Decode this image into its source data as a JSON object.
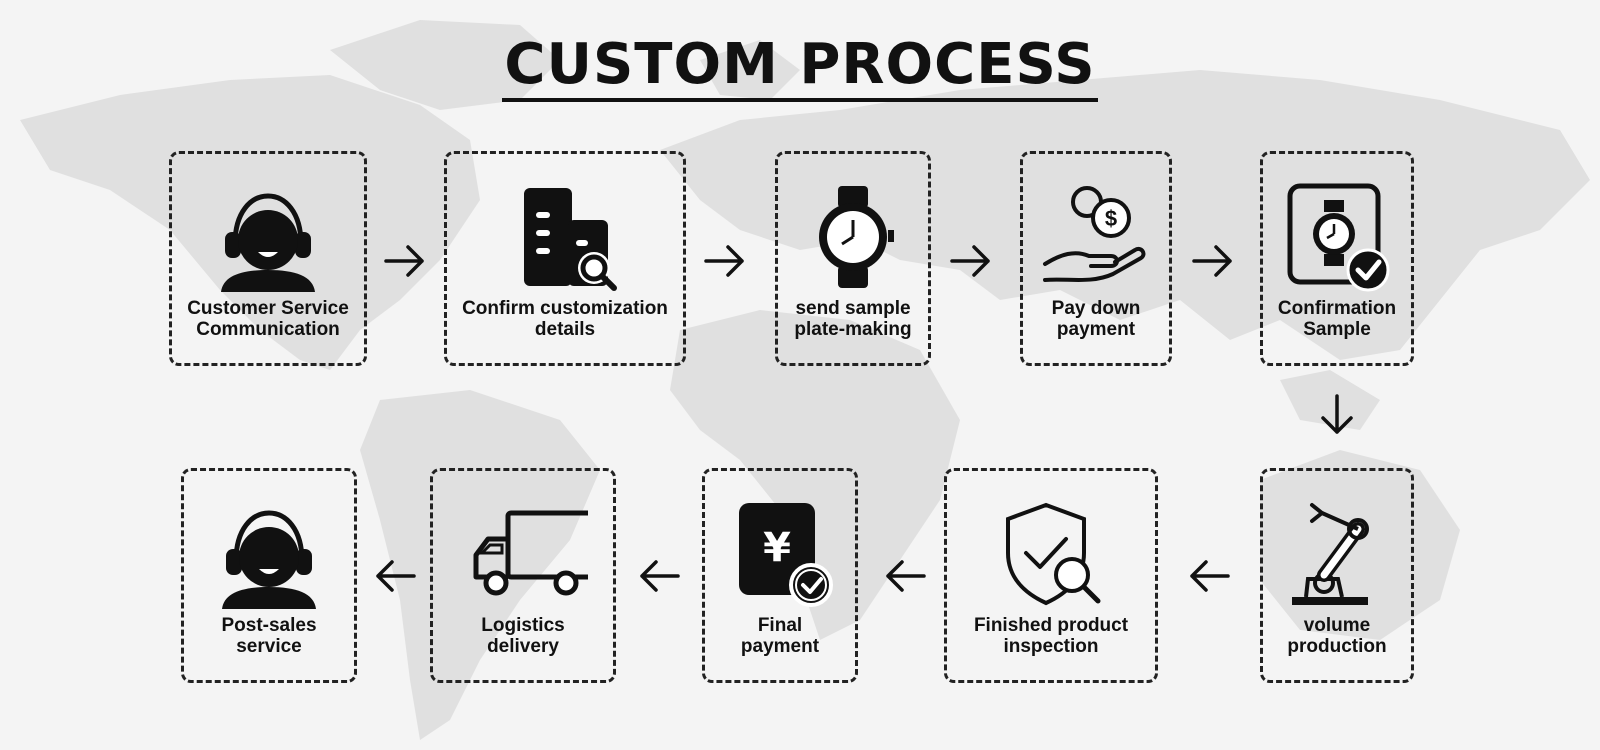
{
  "title": "CUSTOM PROCESS",
  "steps": [
    {
      "line1": "Customer Service",
      "line2": "Communication",
      "icon": "customer-service-icon"
    },
    {
      "line1": "Confirm customization",
      "line2": "details",
      "icon": "building-search-icon"
    },
    {
      "line1": "send sample",
      "line2": "plate-making",
      "icon": "watch-icon"
    },
    {
      "line1": "Pay down",
      "line2": "payment",
      "icon": "coin-hand-icon"
    },
    {
      "line1": "Confirmation",
      "line2": "Sample",
      "icon": "watch-check-icon"
    },
    {
      "line1": "volume",
      "line2": "production",
      "icon": "robot-arm-icon"
    },
    {
      "line1": "Finished product",
      "line2": "inspection",
      "icon": "shield-search-icon"
    },
    {
      "line1": "Final",
      "line2": "payment",
      "icon": "yen-check-icon"
    },
    {
      "line1": "Logistics",
      "line2": "delivery",
      "icon": "truck-icon"
    },
    {
      "line1": "Post-sales",
      "line2": "service",
      "icon": "customer-service-icon"
    }
  ],
  "colors": {
    "ink": "#111111",
    "map": "#dedede",
    "background": "#f4f4f4"
  }
}
